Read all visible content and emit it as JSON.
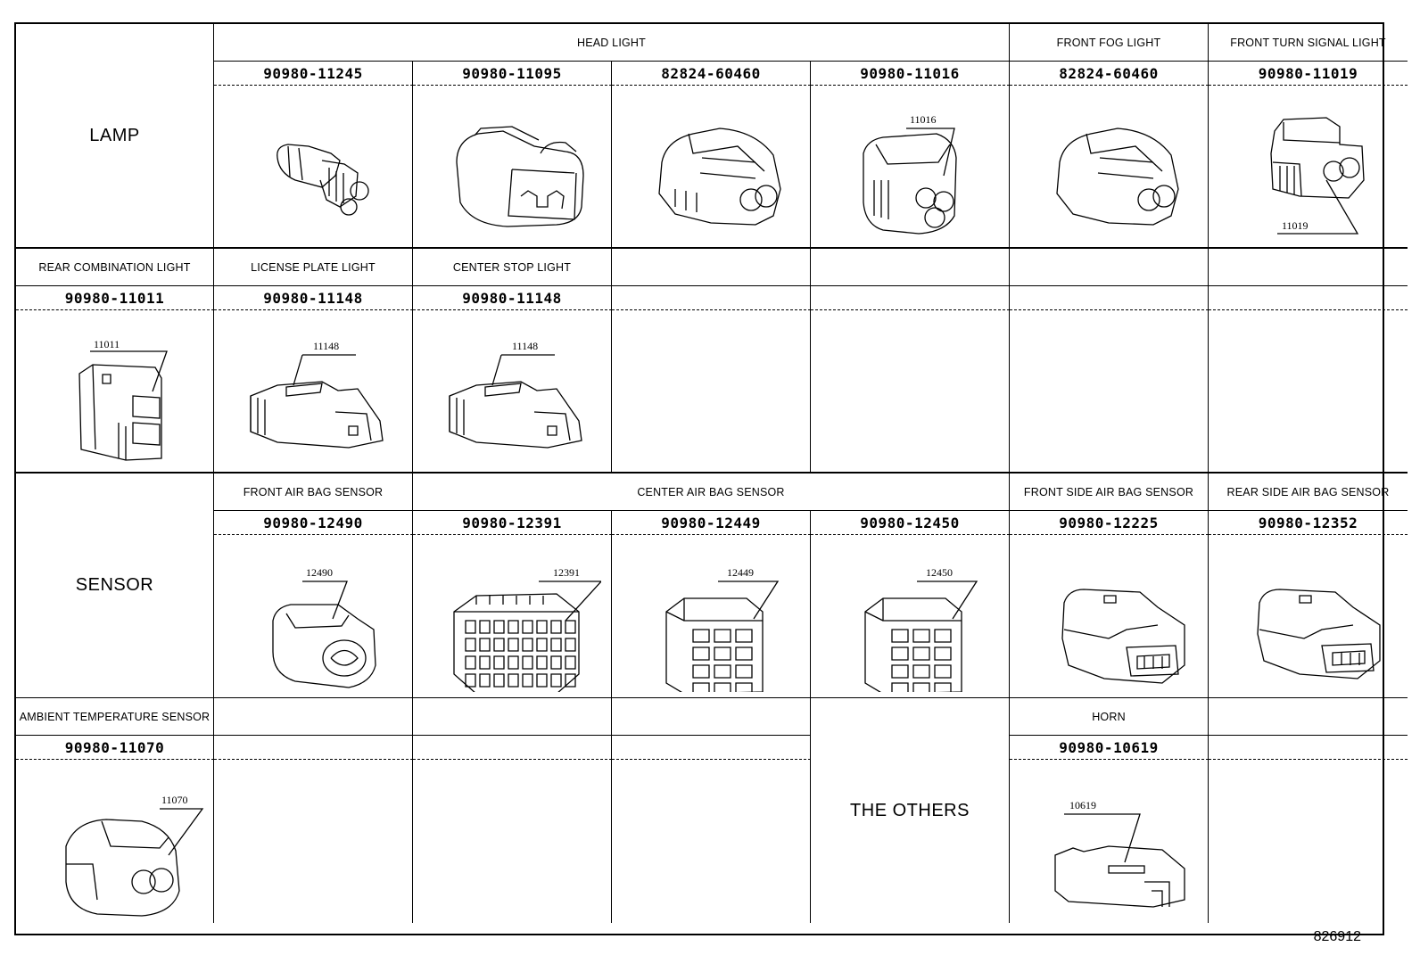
{
  "sections": {
    "lamp": "LAMP",
    "sensor": "SENSOR",
    "others": "THE OTHERS"
  },
  "headers": {
    "head_light": "HEAD LIGHT",
    "front_fog_light": "FRONT FOG LIGHT",
    "front_turn_signal_light": "FRONT TURN SIGNAL LIGHT",
    "rear_combination_light": "REAR COMBINATION LIGHT",
    "license_plate_light": "LICENSE PLATE LIGHT",
    "center_stop_light": "CENTER STOP LIGHT",
    "front_air_bag_sensor": "FRONT AIR BAG SENSOR",
    "center_air_bag_sensor": "CENTER AIR BAG SENSOR",
    "front_side_air_bag_sensor": "FRONT SIDE AIR BAG SENSOR",
    "rear_side_air_bag_sensor": "REAR SIDE AIR BAG SENSOR",
    "ambient_temperature_sensor": "AMBIENT TEMPERATURE SENSOR",
    "horn": "HORN"
  },
  "parts": {
    "r1": [
      "90980-11245",
      "90980-11095",
      "82824-60460",
      "90980-11016",
      "82824-60460",
      "90980-11019"
    ],
    "r2": [
      "90980-11011",
      "90980-11148",
      "90980-11148"
    ],
    "r3": [
      "90980-12490",
      "90980-12391",
      "90980-12449",
      "90980-12450",
      "90980-12225",
      "90980-12352"
    ],
    "r4": [
      "90980-11070",
      "90980-10619"
    ]
  },
  "callouts": {
    "c11016": "11016",
    "c11019": "11019",
    "c11011": "11011",
    "c11148a": "11148",
    "c11148b": "11148",
    "c12490": "12490",
    "c12391": "12391",
    "c12449": "12449",
    "c12450": "12450",
    "c11070": "11070",
    "c10619": "10619"
  },
  "figure_id": "826912"
}
